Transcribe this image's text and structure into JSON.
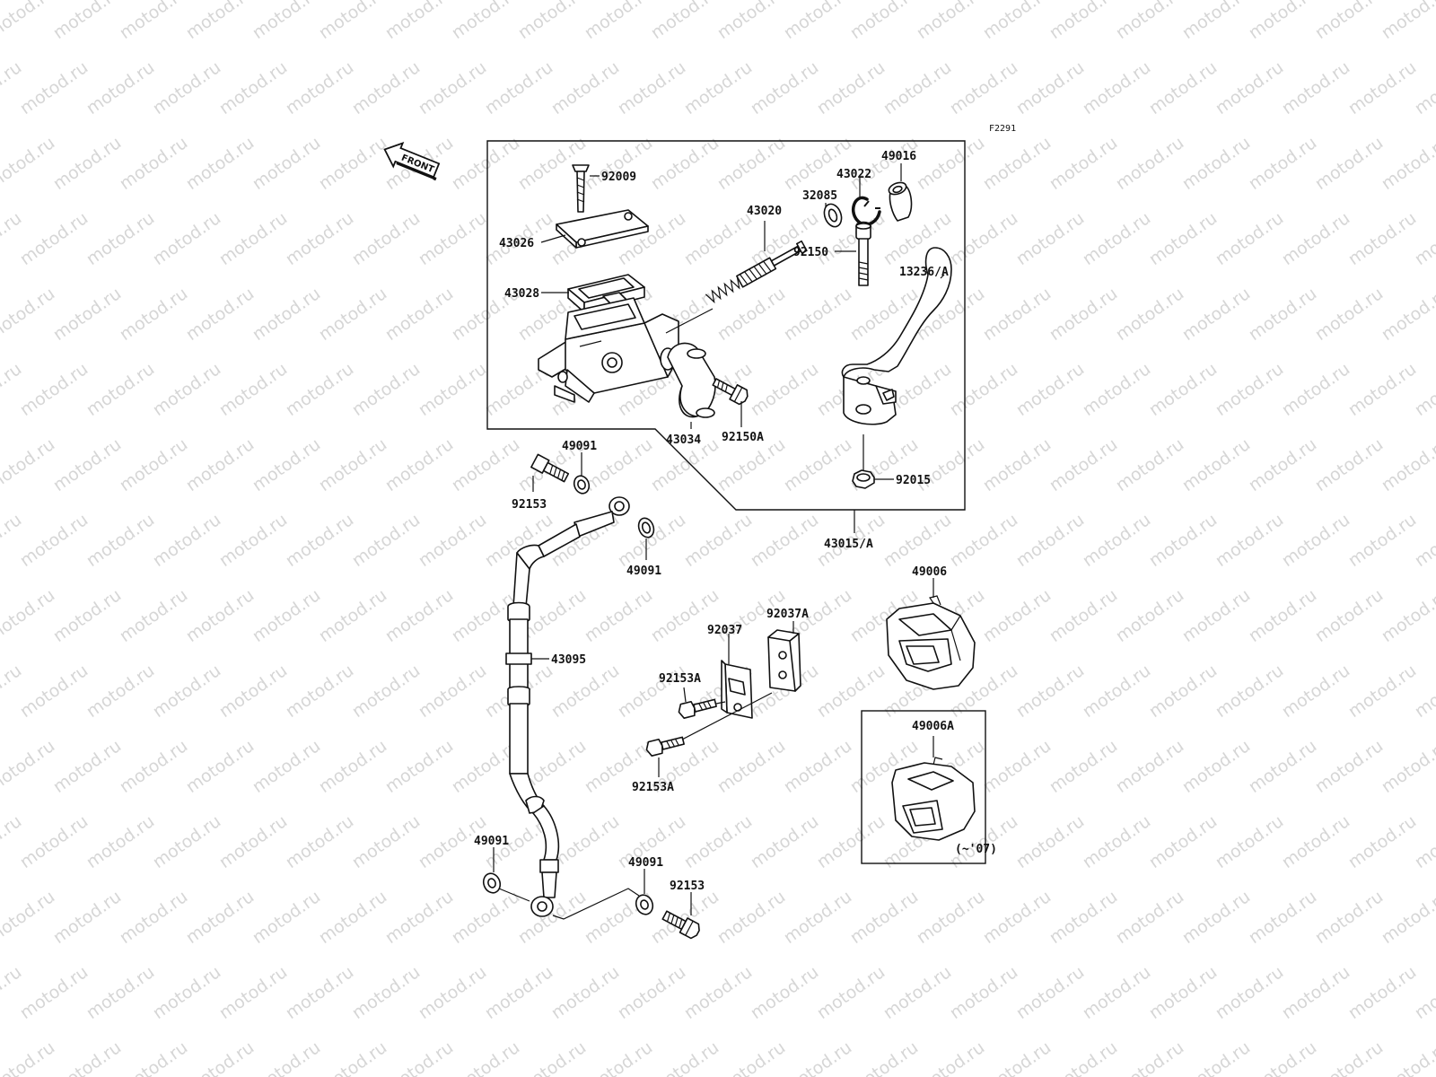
{
  "watermark": "motod.ru",
  "figure_code": "F2291",
  "front_label": "FRONT",
  "note_year": "(~'07)",
  "labels": {
    "p92009": "92009",
    "p43026": "43026",
    "p43028": "43028",
    "p43020": "43020",
    "p32085": "32085",
    "p43022": "43022",
    "p49016": "49016",
    "p13236A": "13236/A",
    "p92150": "92150",
    "p43034": "43034",
    "p92150A": "92150A",
    "p92015": "92015",
    "p43015A": "43015/A",
    "p49091_a": "49091",
    "p92153_a": "92153",
    "p49091_b": "49091",
    "p43095": "43095",
    "p92037": "92037",
    "p92037A": "92037A",
    "p92153A_a": "92153A",
    "p92153A_b": "92153A",
    "p49006": "49006",
    "p49006A": "49006A",
    "p49091_c": "49091",
    "p49091_d": "49091",
    "p92153_b": "92153"
  }
}
